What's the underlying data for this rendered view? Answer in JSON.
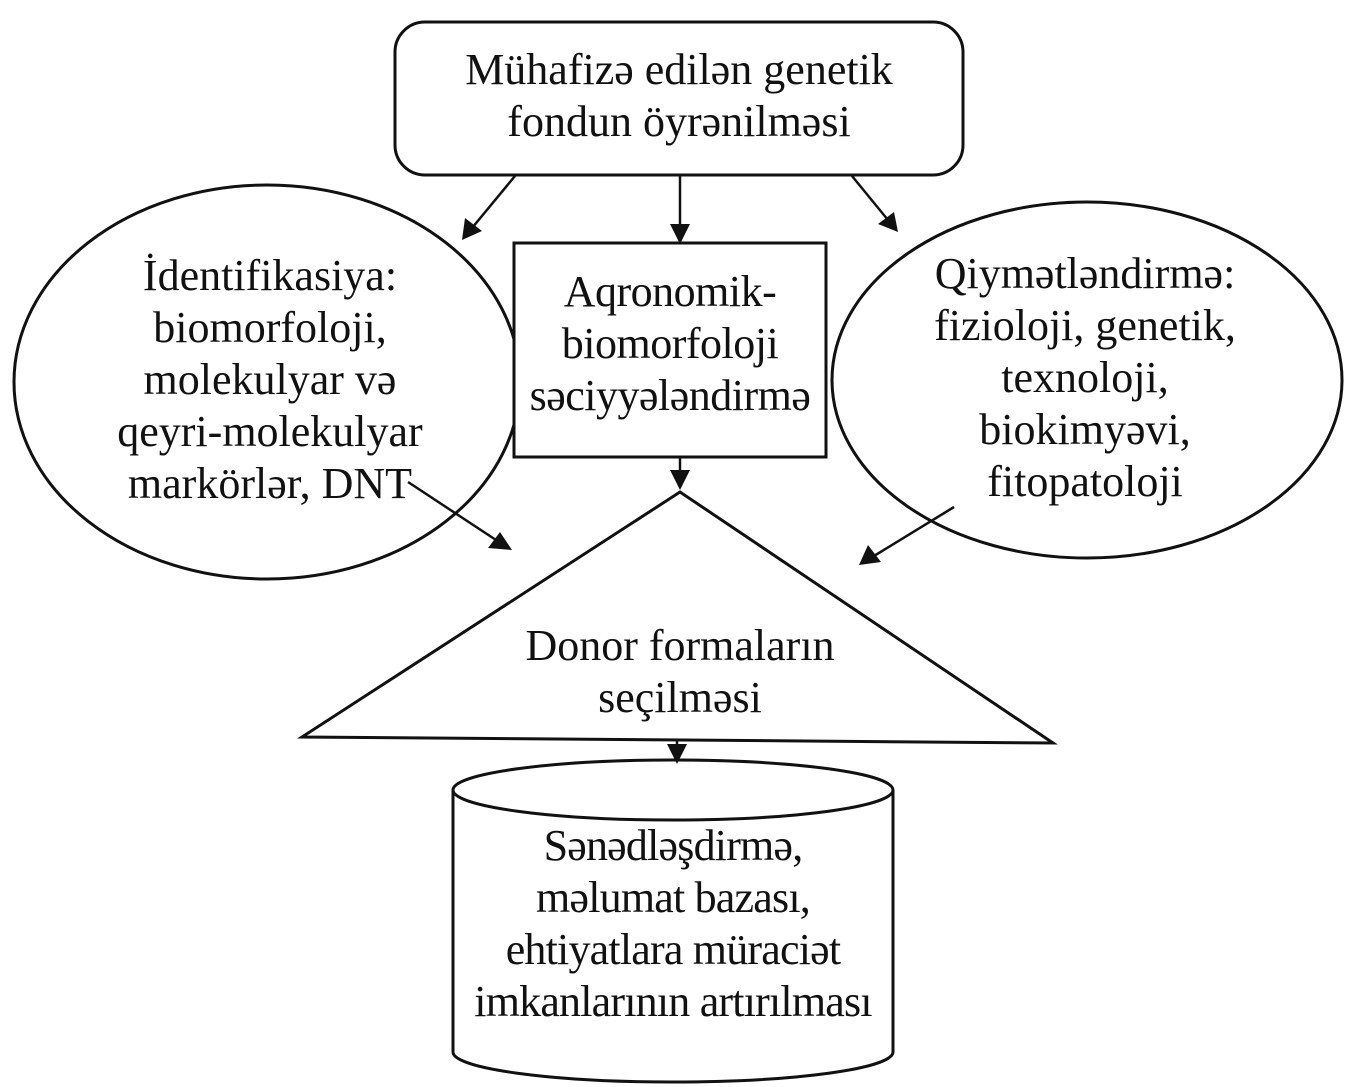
{
  "nodes": {
    "top": {
      "lines": [
        "Mühafizə edilən genetik",
        "fondun öyrənilməsi"
      ]
    },
    "left": {
      "lines": [
        "İdentifikasiya:",
        "biomorfoloji,",
        "molekulyar və",
        "qeyri-molekulyar",
        "markörlər, DNT"
      ]
    },
    "center": {
      "lines": [
        "Aqronomik-",
        "biomorfoloji",
        "səciyyələndirmə"
      ]
    },
    "right": {
      "lines": [
        "Qiymətləndirmə:",
        "fizioloji, genetik,",
        "texnoloji,",
        "biokimyəvi,",
        "fitopatoloji"
      ]
    },
    "triangle": {
      "lines": [
        "Donor formaların",
        "seçilməsi"
      ]
    },
    "cylinder": {
      "lines": [
        "Sənədləşdirmə,",
        "məlumat bazası,",
        "ehtiyatlara müraciət",
        "imkanlarının artırılması"
      ]
    }
  }
}
